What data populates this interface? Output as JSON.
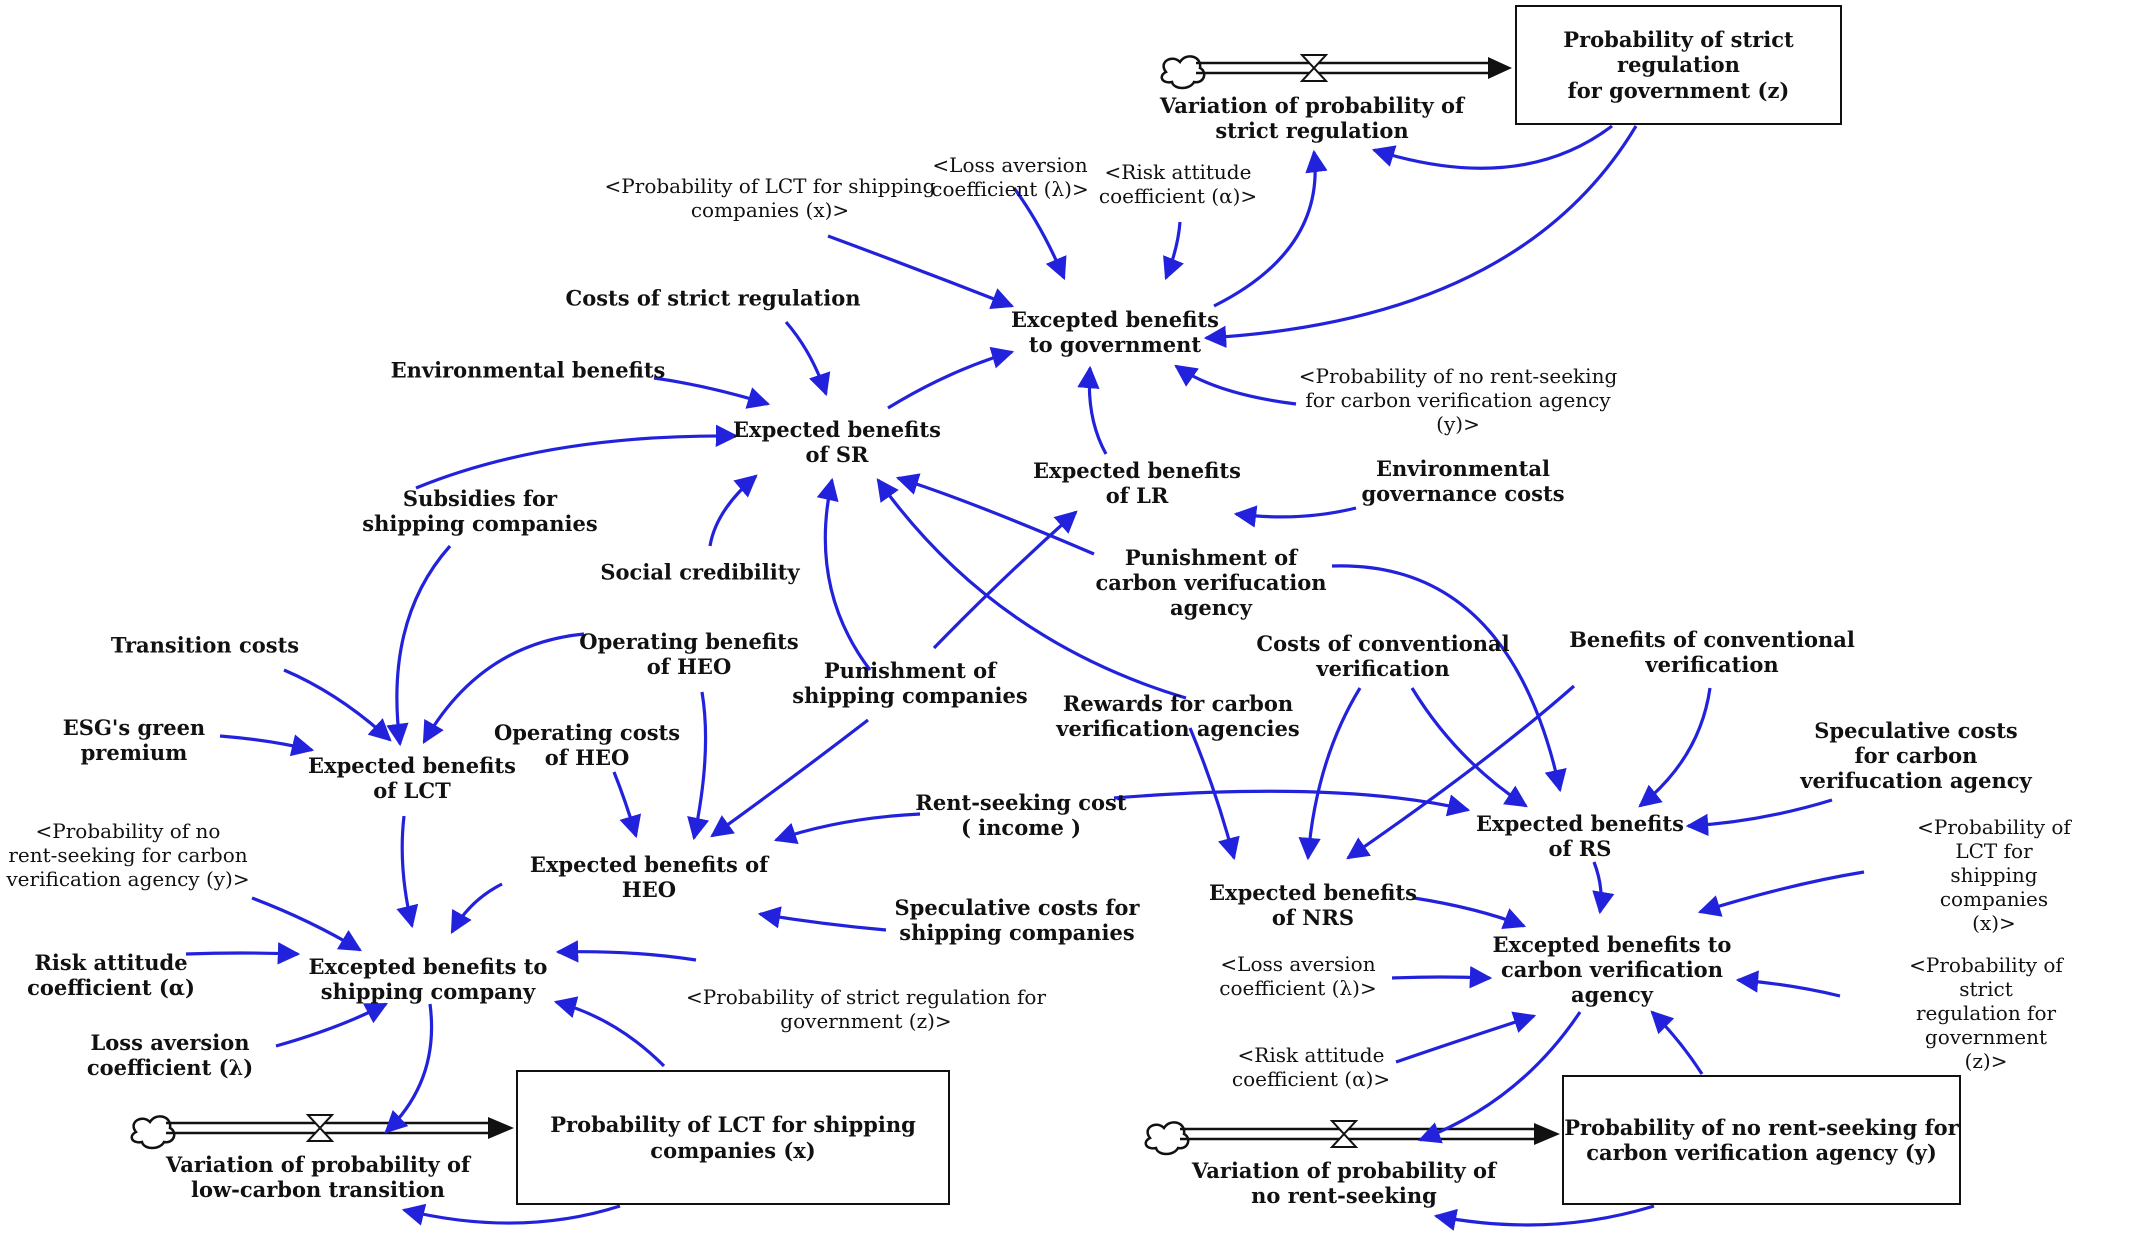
{
  "colors": {
    "arrow": "#2222dd",
    "pipe": "#111111",
    "text": "#111111"
  },
  "stocks": {
    "z": "Probability of strict regulation\nfor government (z)",
    "x": "Probability of LCT for shipping\ncompanies (x)",
    "y": "Probability of no rent-seeking for\ncarbon verification agency (y)"
  },
  "flows": {
    "z": "Variation of probability of\nstrict regulation",
    "x": "Variation of probability of\nlow-carbon transition",
    "y": "Variation of probability of\nno rent-seeking"
  },
  "variables": {
    "gov_benefits": "Excepted benefits\nto government",
    "sr_benefits": "Expected benefits\nof SR",
    "lr_benefits": "Expected benefits\nof LR",
    "costs_sr": "Costs of strict regulation",
    "env_benefits": "Environmental benefits",
    "subsidies": "Subsidies for\nshipping companies",
    "social_cred": "Social credibility",
    "env_gov_costs": "Environmental\ngovernance costs",
    "punish_cva": "Punishment of\ncarbon verifucation\nagency",
    "punish_ship": "Punishment of\nshipping companies",
    "rewards_cva": "Rewards for carbon\nverification agencies",
    "transition_costs": "Transition costs",
    "esg": "ESG's green\npremium",
    "op_benefits_heo": "Operating benefits\nof HEO",
    "op_costs_heo": "Operating costs\nof HEO",
    "lct_benefits": "Expected benefits\nof LCT",
    "heo_benefits": "Expected benefits of\nHEO",
    "rent_cost": "Rent-seeking cost\n( income )",
    "spec_ship": "Speculative costs for\nshipping companies",
    "ship_benefits": "Excepted benefits to\nshipping company",
    "risk_ship": "Risk attitude\ncoefficient (α)",
    "loss_ship": "Loss aversion\ncoefficient (λ)",
    "costs_conv": "Costs of conventional\nverification",
    "benefits_conv": "Benefits of conventional\nverification",
    "spec_cva": "Speculative costs for carbon\nverifucation agency",
    "rs_benefits": "Expected benefits\nof RS",
    "nrs_benefits": "Expected benefits\nof NRS",
    "cva_benefits": "Excepted benefits to\ncarbon verification\nagency"
  },
  "shadows": {
    "lct_gov": "<Probability of LCT for shipping\ncompanies (x)>",
    "loss_gov": "<Loss aversion\ncoefficient (λ)>",
    "risk_gov": "<Risk attitude\ncoefficient (α)>",
    "norent_gov": "<Probability of no rent-seeking\nfor carbon verification agency\n(y)>",
    "norent_ship": "<Probability of no\nrent-seeking for carbon\nverification agency (y)>",
    "strict_ship": "<Probability of strict regulation for\ngovernment (z)>",
    "loss_cva": "<Loss aversion\ncoefficient (λ)>",
    "risk_cva": "<Risk attitude\ncoefficient (α)>",
    "lct_cva": "<Probability of LCT for shipping\ncompanies (x)>",
    "strict_cva": "<Probability of strict\nregulation for government\n(z)>"
  }
}
